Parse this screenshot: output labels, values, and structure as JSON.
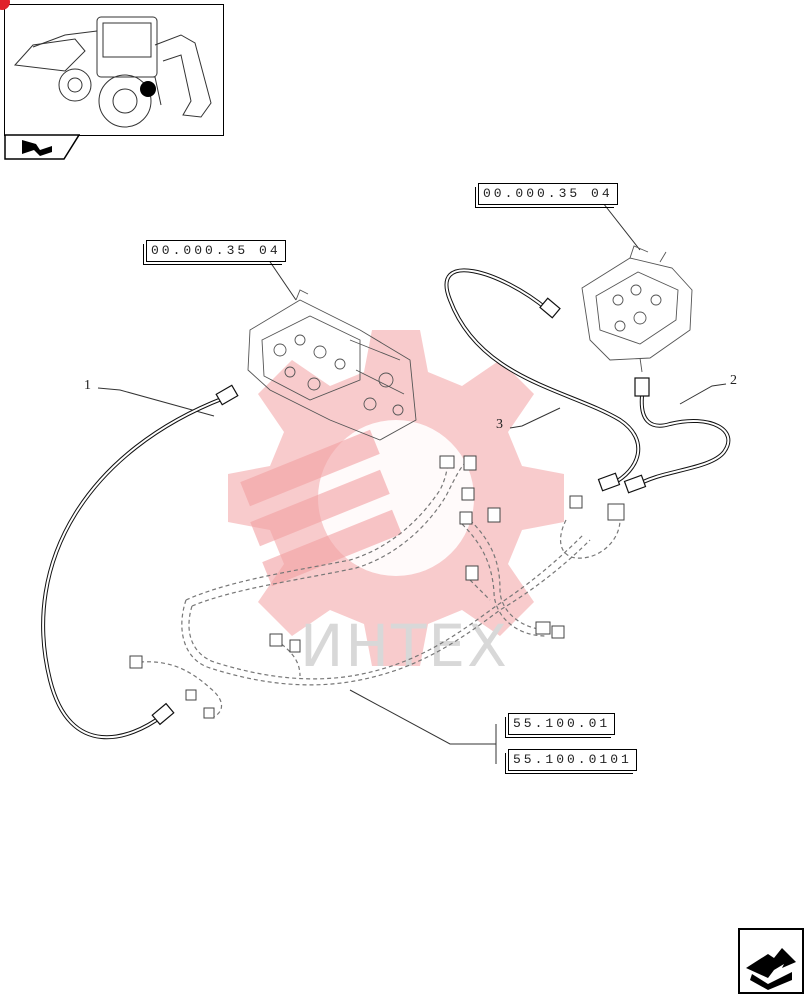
{
  "references": {
    "ref_left": "00.000.35 04",
    "ref_right": "00.000.35 04",
    "ref_bottom_1": "55.100.01",
    "ref_bottom_2": "55.100.0101"
  },
  "callouts": {
    "item_1": "1",
    "item_2": "2",
    "item_3": "3"
  },
  "watermark": {
    "text": "ИНТЕХ",
    "color": "#e8383d"
  },
  "icons": {
    "thumbnail": "backhoe-loader-icon",
    "tab": "book-page-icon",
    "nav": "next-page-arrow-icon"
  }
}
